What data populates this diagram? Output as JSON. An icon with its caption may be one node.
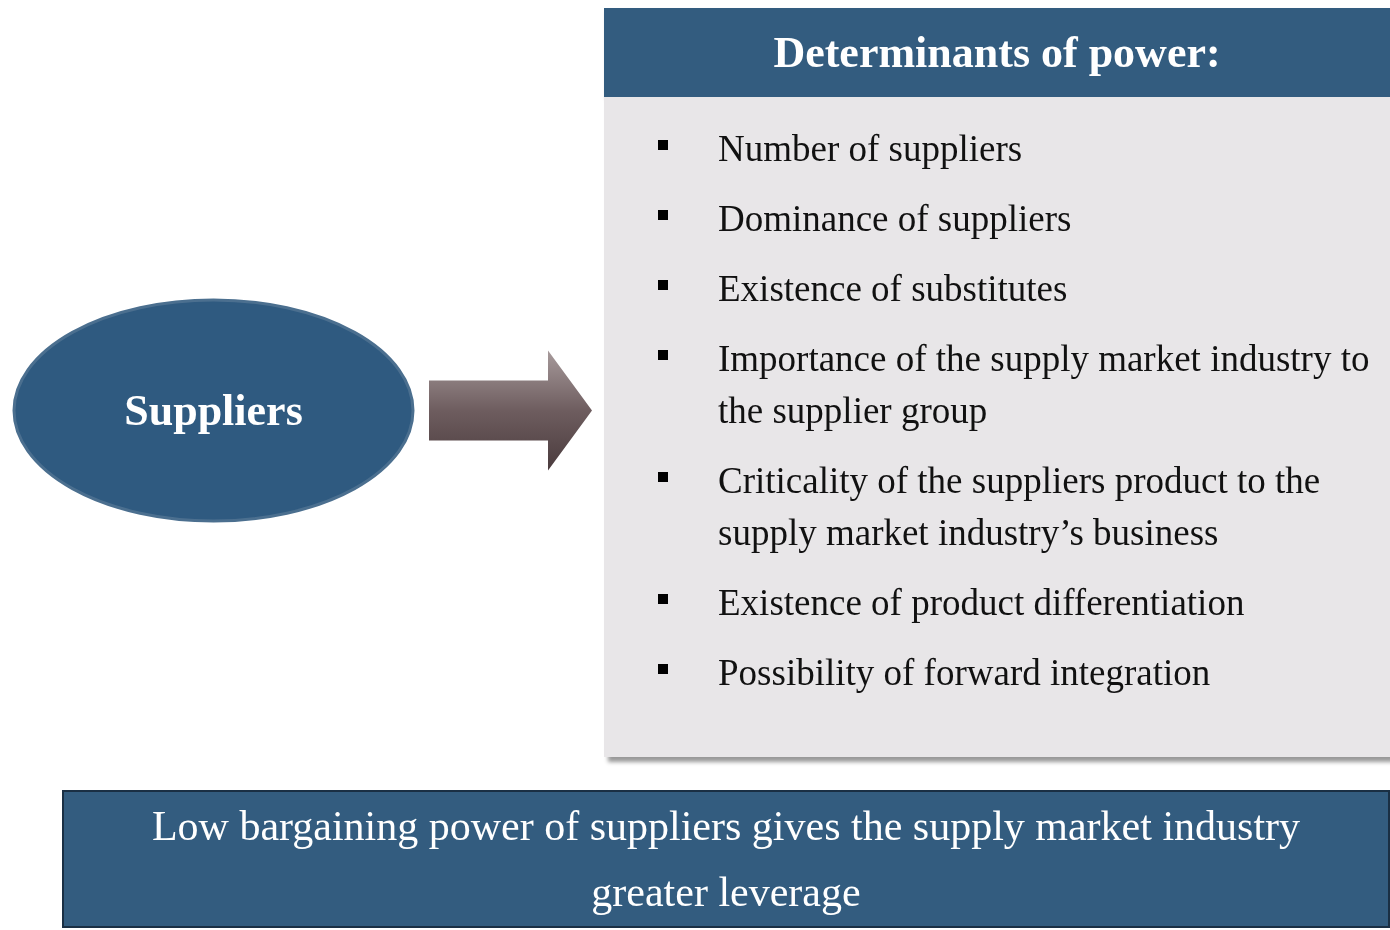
{
  "diagram": {
    "nodes": [
      {
        "text": [
          "Suppliers"
        ]
      },
      {
        "text": [
          "Determinants of power:"
        ]
      },
      {
        "text": [
          "Number of suppliers",
          "Dominance of suppliers",
          "Existence of substitutes",
          "Importance of the supply market industry to the supplier group",
          "Criticality of the suppliers product to the supply market industry’s business",
          "Existence of product differentiation",
          "Possibility of forward integration"
        ]
      },
      {
        "text": [
          "Low bargaining power of suppliers gives the supply market industry greater leverage"
        ]
      }
    ],
    "edges": [
      {
        "from": 0,
        "to": 2,
        "arrow": "to",
        "style": "thick"
      }
    ]
  }
}
